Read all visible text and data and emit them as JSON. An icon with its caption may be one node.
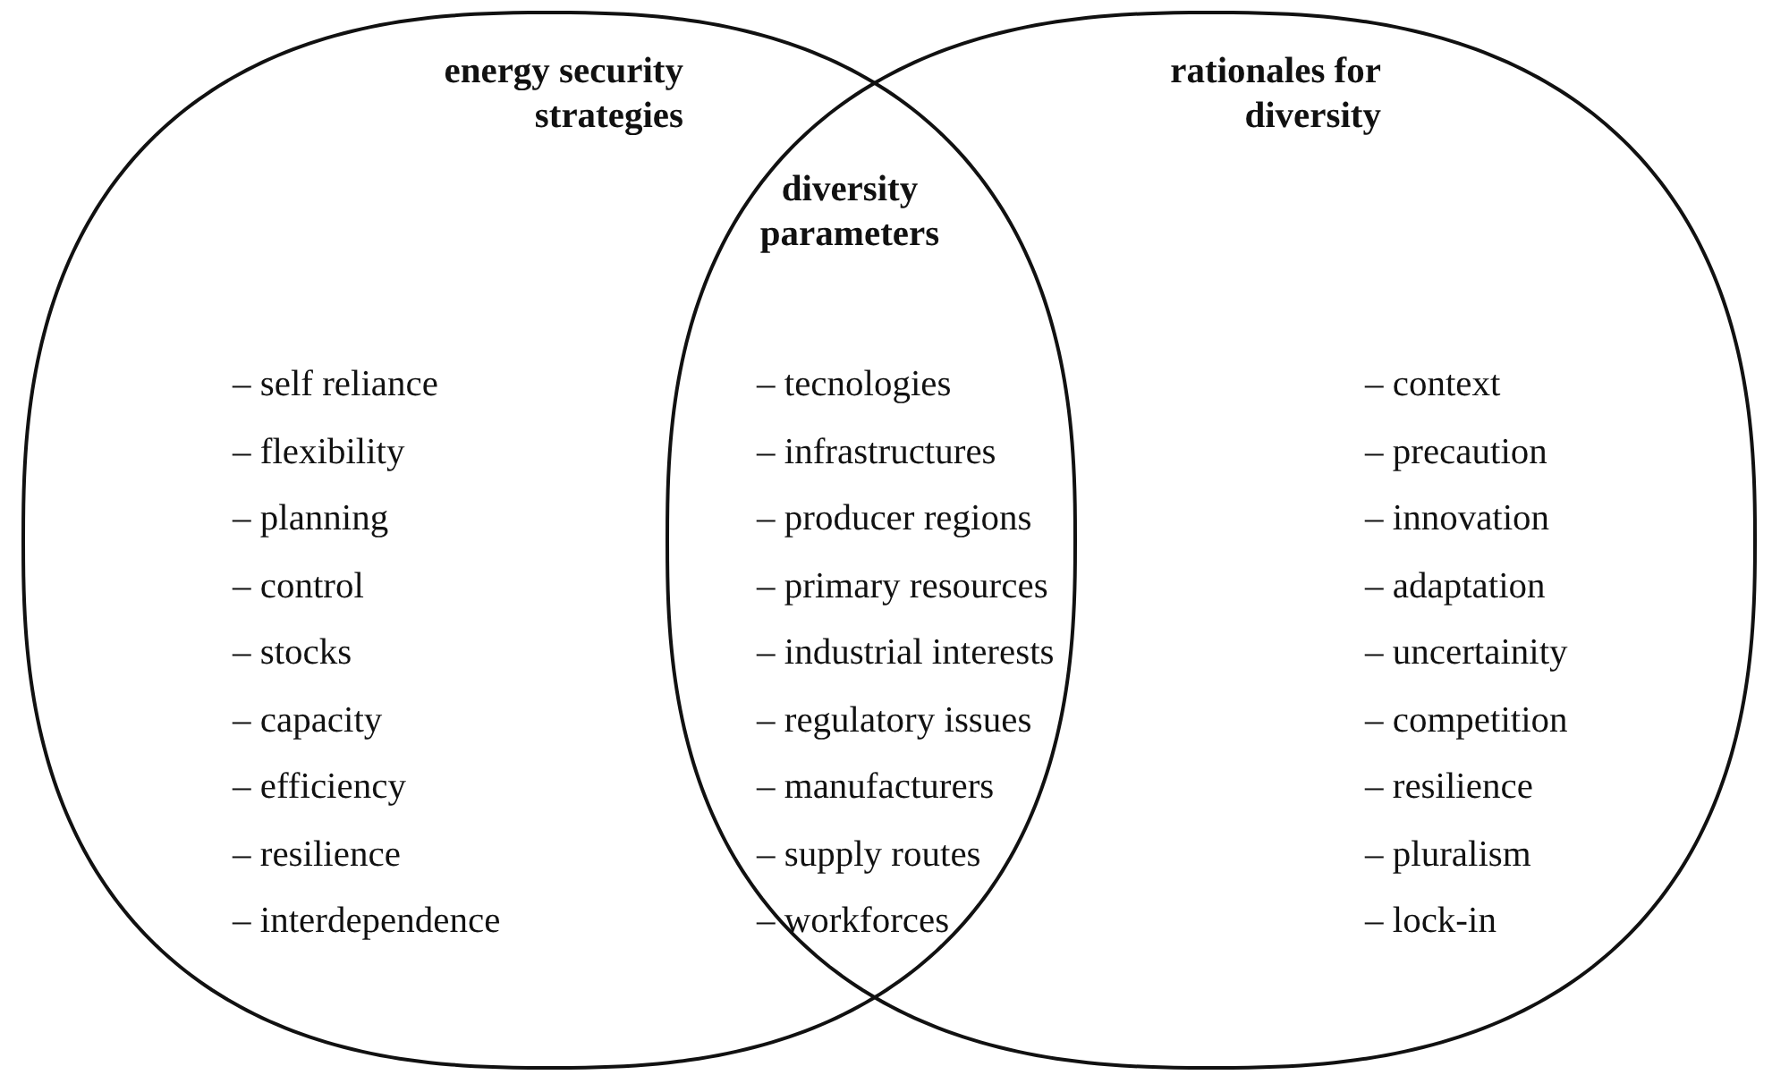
{
  "diagram": {
    "nodes": [
      {
        "text": [
          "energy security strategies",
          "– self reliance",
          "– flexibility",
          "– planning",
          "– control",
          "– stocks",
          "– capacity",
          "– efficiency",
          "– resilience",
          "– interdependence"
        ]
      },
      {
        "text": [
          "rationales for diversity",
          "– context",
          "– precaution",
          "– innovation",
          "– adaptation",
          "– uncertainity",
          "– competition",
          "– resilience",
          "– pluralism",
          "– lock-in"
        ]
      }
    ],
    "edges": [],
    "labels": [
      "diversity parameters",
      "– tecnologies",
      "– infrastructures",
      "– producer regions",
      "– primary resources",
      "– industrial interests",
      "– regulatory issues",
      "– manufacturers",
      "– supply routes",
      "– workforces"
    ]
  }
}
